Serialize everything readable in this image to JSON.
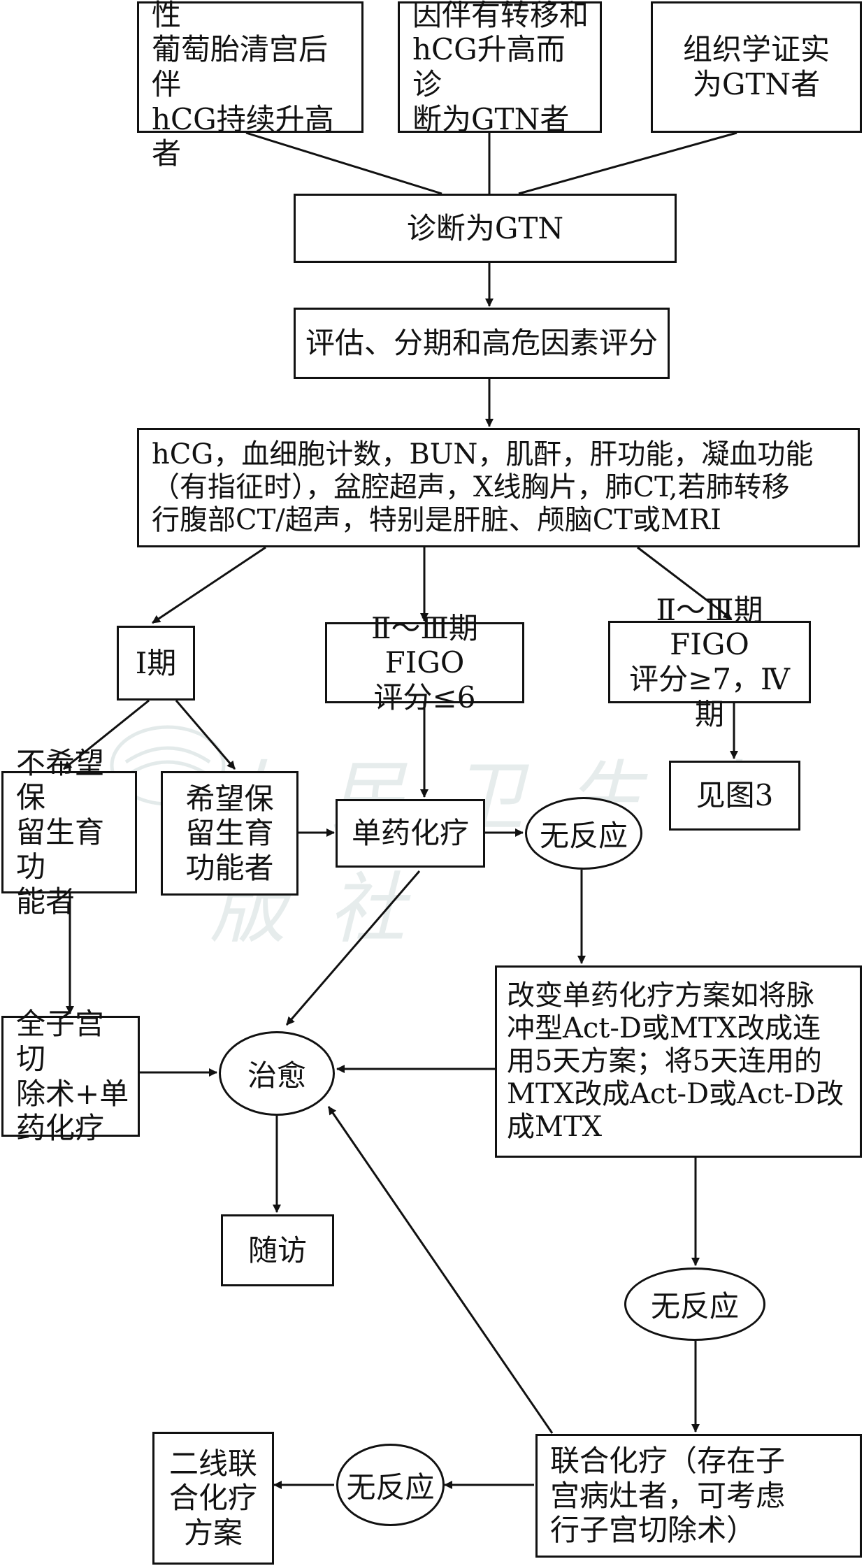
{
  "nodes": {
    "entry1": "完全性或部分性\n葡萄胎清宫后伴\nhCG持续升高者",
    "entry2": "因伴有转移和\nhCG升高而诊\n断为GTN者",
    "entry3": "组织学证实\n为GTN者",
    "diagnosis": "诊断为GTN",
    "assessment": "评估、分期和高危因素评分",
    "workup": "hCG，血细胞计数，BUN，肌酐，肝功能，凝血功能\n（有指征时），盆腔超声，X线胸片，肺CT,若肺转移\n行腹部CT/超声，特别是肝脏、颅脑CT或MRI",
    "stage1": "Ⅰ期",
    "stage23_low": "Ⅱ～Ⅲ期FIGO\n评分≤6",
    "stage23_high": "Ⅱ～Ⅲ期FIGO\n评分≥7，Ⅳ期",
    "no_fertility": "不希望保\n留生育功\n能者",
    "fertility": "希望保\n留生育\n功能者",
    "single_chemo": "单药化疗",
    "no_response_1": "无反应",
    "see_fig3": "见图3",
    "change_regimen": "改变单药化疗方案如将脉\n冲型Act-D或MTX改成连\n用5天方案；将5天连用的\nMTX改成Act-D或Act-D改\n成MTX",
    "hysterectomy": "全子宫切\n除术+单\n药化疗",
    "cure": "治愈",
    "followup": "随访",
    "no_response_2": "无反应",
    "combo_chemo": "联合化疗（存在子\n宫病灶者，可考虑\n行子宫切除术）",
    "no_response_3": "无反应",
    "second_line": "二线联\n合化疗\n方案"
  },
  "watermark": "人民卫生出版社",
  "colors": {
    "line": "#111111",
    "watermark": "#e6ecec"
  }
}
